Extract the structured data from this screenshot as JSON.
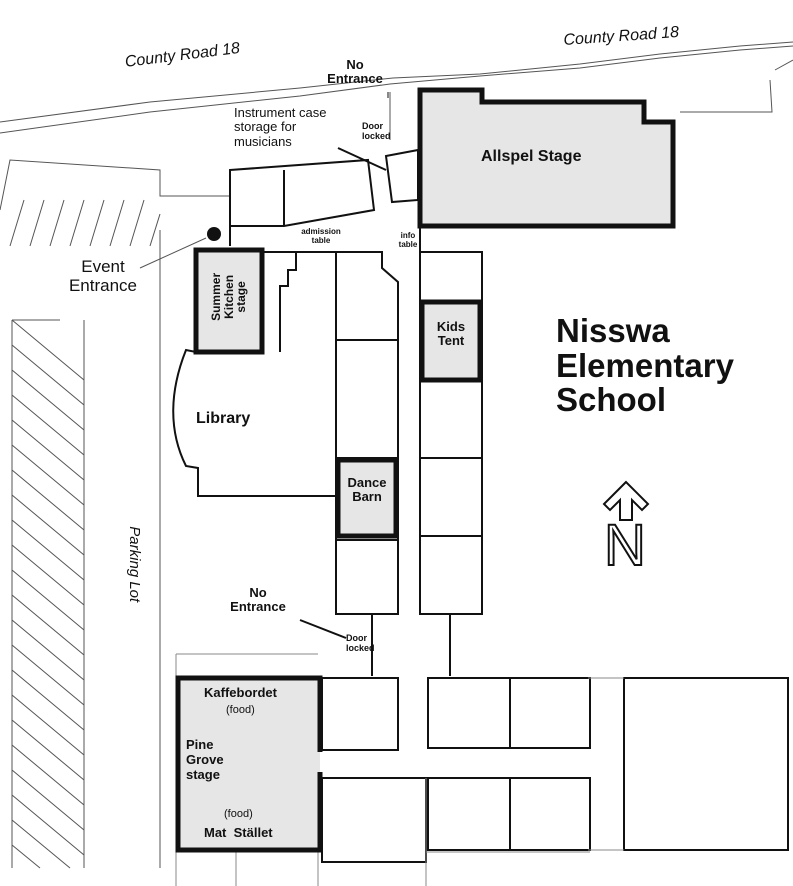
{
  "roads": {
    "county_road_left": "County Road 18",
    "county_road_right": "County Road 18",
    "parking_lot": "Parking Lot"
  },
  "labels": {
    "no_entrance_top_1": "No",
    "no_entrance_top_2": "Entrance",
    "door_locked_top_1": "Door",
    "door_locked_top_2": "locked",
    "instrument_1": "Instrument case",
    "instrument_2": "storage for",
    "instrument_3": "musicians",
    "admission_1": "admission",
    "admission_2": "table",
    "info_1": "info",
    "info_2": "table",
    "event_entrance_1": "Event",
    "event_entrance_2": "Entrance",
    "no_entrance_bottom_1": "No",
    "no_entrance_bottom_2": "Entrance",
    "door_locked_bottom_1": "Door",
    "door_locked_bottom_2": "locked"
  },
  "venues": {
    "allspel": "Allspel Stage",
    "summer_kitchen_1": "Summer",
    "summer_kitchen_2": "Kitchen",
    "summer_kitchen_3": "stage",
    "kids_tent_1": "Kids",
    "kids_tent_2": "Tent",
    "library": "Library",
    "dance_barn_1": "Dance",
    "dance_barn_2": "Barn",
    "kaffebordet": "Kaffebordet",
    "food_1": "(food)",
    "pine_grove_1": "Pine",
    "pine_grove_2": "Grove",
    "pine_grove_3": "stage",
    "food_2": "(food)",
    "mat_stallet": "Mat  Stället"
  },
  "school": {
    "line1": "Nisswa",
    "line2": "Elementary",
    "line3": "School"
  },
  "compass": {
    "letter": "N"
  },
  "colors": {
    "stage_fill": "#e6e6e6",
    "line": "#111111"
  }
}
